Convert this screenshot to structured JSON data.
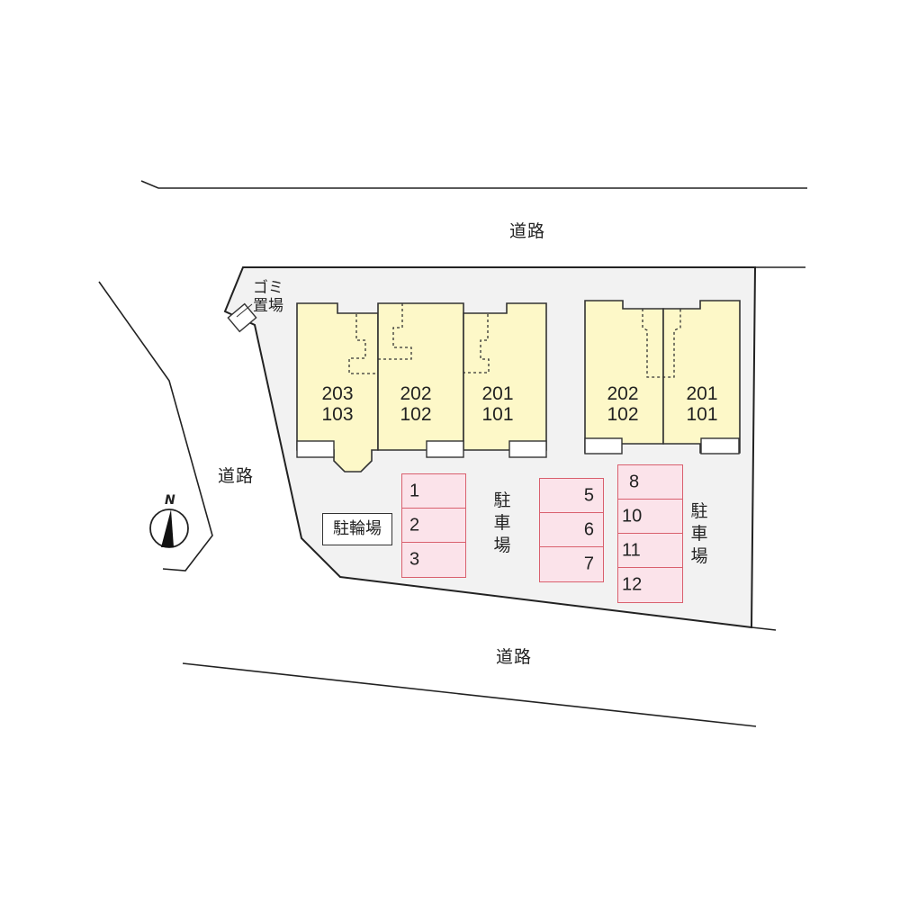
{
  "map": {
    "roads": {
      "north": "道路",
      "west": "道路",
      "south": "道路"
    },
    "garbage_area": {
      "line1": "ゴミ",
      "line2": "置場"
    },
    "bicycle_parking": "駐輪場",
    "parking_labels": {
      "center": [
        "駐",
        "車",
        "場"
      ],
      "east": [
        "駐",
        "車",
        "場"
      ]
    },
    "buildings": [
      {
        "name": "west-building",
        "units": [
          {
            "upper": "203",
            "lower": "103"
          },
          {
            "upper": "202",
            "lower": "102"
          },
          {
            "upper": "201",
            "lower": "101"
          }
        ]
      },
      {
        "name": "east-building",
        "units": [
          {
            "upper": "202",
            "lower": "102"
          },
          {
            "upper": "201",
            "lower": "101"
          }
        ]
      }
    ],
    "parking_stalls": {
      "group_a": [
        "1",
        "2",
        "3"
      ],
      "group_b": [
        "5",
        "6",
        "7"
      ],
      "group_c": [
        "8",
        "10",
        "11",
        "12"
      ]
    },
    "compass": {
      "label": "N"
    },
    "colors": {
      "lot_fill": "#f2f2f2",
      "building_fill": "#fdf8c8",
      "stall_fill": "#fbe3ea",
      "stall_border": "#d9606e",
      "line": "#222222"
    }
  }
}
